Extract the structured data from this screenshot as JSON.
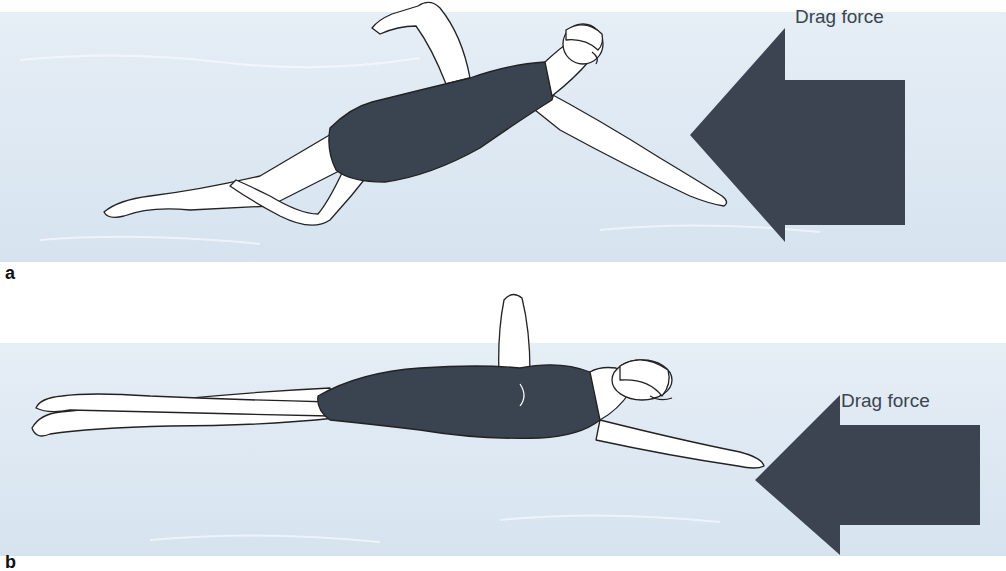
{
  "diagram": {
    "nodes": [
      {
        "text": [
          "Drag force"
        ]
      },
      {
        "text": [
          "Drag force"
        ]
      }
    ],
    "labels": [
      "a",
      "b"
    ]
  }
}
